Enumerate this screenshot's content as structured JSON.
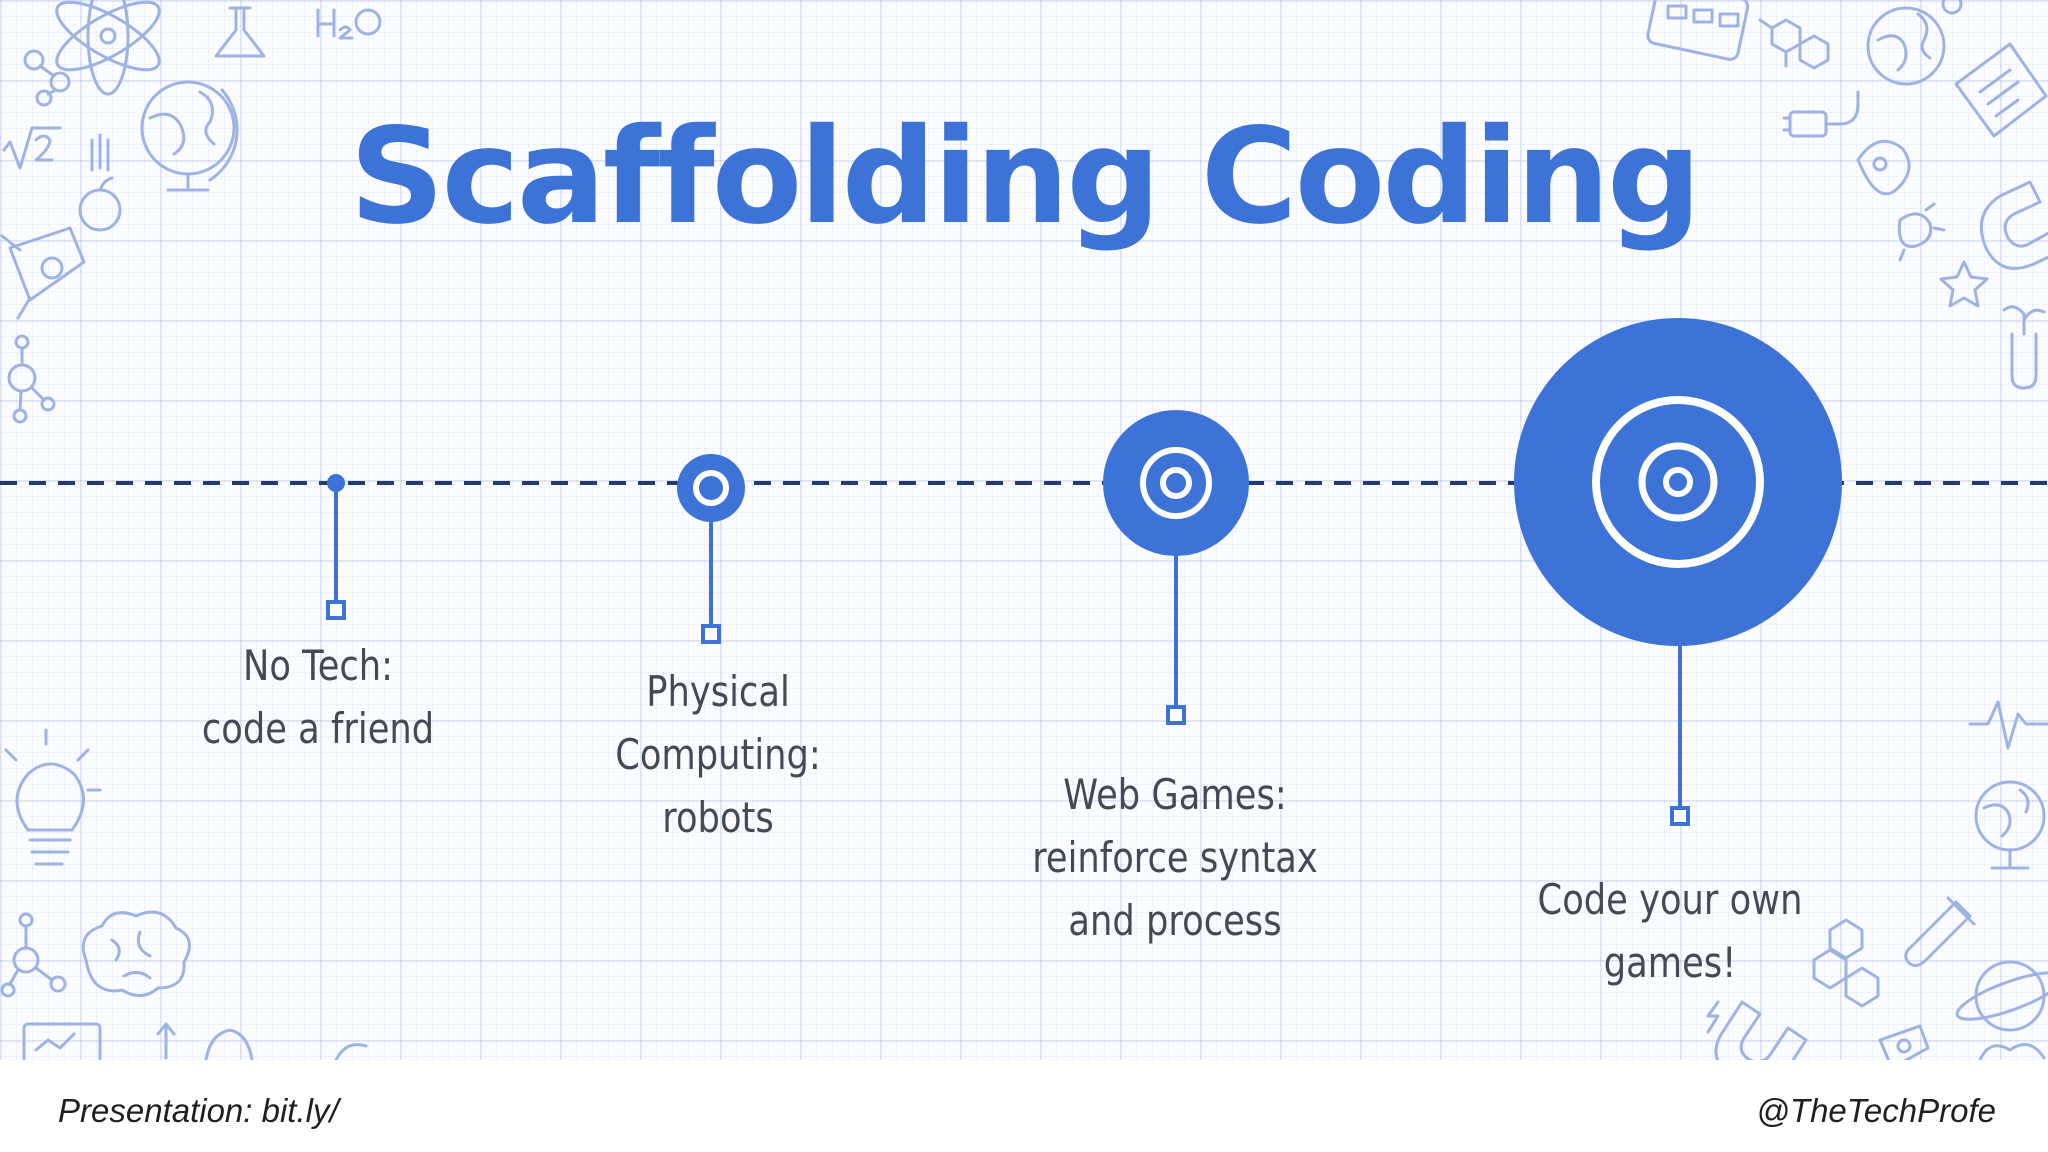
{
  "slide": {
    "title": "Scaffolding Coding",
    "stages": [
      {
        "lines": [
          "No Tech:",
          "code a friend"
        ]
      },
      {
        "lines": [
          "Physical",
          "Computing:",
          "robots"
        ]
      },
      {
        "lines": [
          "Web Games:",
          "reinforce syntax",
          "and process"
        ]
      },
      {
        "lines": [
          "Code your own",
          "games!"
        ]
      }
    ]
  },
  "footer": {
    "left": "Presentation: bit.ly/",
    "right": "@TheTechProfe"
  },
  "colors": {
    "accent": "#3d73d6",
    "dashed_line": "#233a75",
    "doodle": "#9db3e4",
    "text": "#444a55"
  },
  "decorations": [
    "atom-icon",
    "flask-icon",
    "globe-icon",
    "rocket-icon",
    "molecule-icon",
    "lightbulb-icon",
    "brain-icon",
    "calculator-icon",
    "magnet-icon",
    "star-icon",
    "planet-icon",
    "test-tube-icon"
  ]
}
